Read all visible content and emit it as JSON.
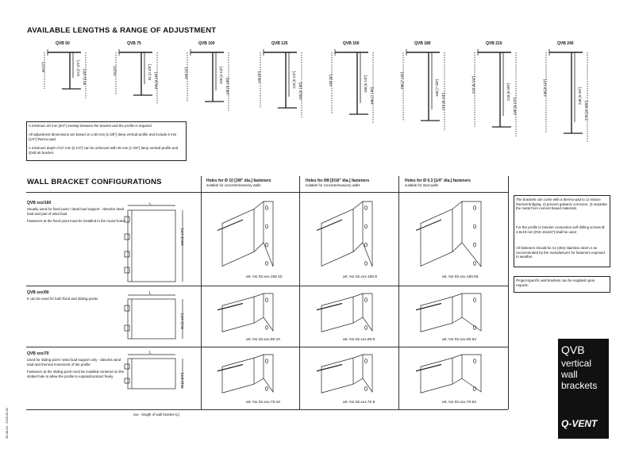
{
  "section1": {
    "title": "AVAILABLE LENGTHS & RANGE OF ADJUSTMENT",
    "models": [
      {
        "name": "QVB 50",
        "dims": [
          "50 [2\"]",
          "63 [2 1/2\"]",
          "80 [3 1/8\"]"
        ]
      },
      {
        "name": "QVB 75",
        "dims": [
          "75 [3\"]",
          "81 [3 1/8\"]",
          "105 [4 1/8\"]"
        ]
      },
      {
        "name": "QVB 100",
        "dims": [
          "100 [4\"]",
          "108 [4 1/4\"]",
          "130 [5 1/8\"]"
        ]
      },
      {
        "name": "QVB 125",
        "dims": [
          "125 [5\"]",
          "133 [5 1/4\"]",
          "155 [6 1/8\"]"
        ]
      },
      {
        "name": "QVB 150",
        "dims": [
          "150 [6\"]",
          "158 [6 1/4\"]",
          "180 [7 1/8\"]"
        ]
      },
      {
        "name": "QVB 180",
        "dims": [
          "180 [7 1/8\"]",
          "188 [7 3/8\"]",
          "210 [8 1/4\"]"
        ]
      },
      {
        "name": "QVB 210",
        "dims": [
          "210 [8 1/4\"]",
          "218 [8 5/8\"]",
          "240 [9 1/2\"]"
        ]
      },
      {
        "name": "QVB 240",
        "dims": [
          "240 [9 1/2\"]",
          "248 [9 3/4\"]",
          "270 [10 5/8\"]"
        ]
      }
    ],
    "notes": [
      "A minimum 20 mm [3/4\"] overlap between the bracket and the profile is required",
      "All adjustment dimensions are based on a 60 mm [2 3/8\"] deep vertical profile and include 6 mm [1/4\"] thermo-pad.",
      "A minimum depth of 57 mm [2 1/4\"] can be achieved with 45 mm [1 3/4\"] deep vertical profile and QVB 50 bracket."
    ]
  },
  "section2": {
    "title": "WALL BRACKET CONFIGURATIONS",
    "columns": [
      {
        "head": "Holes for Ø 10 [3/8\" dia.] fasteners",
        "sub": "suitable for concrete/masonry walls"
      },
      {
        "head": "Holes for Ø8 [5/16\" dia.] fasteners",
        "sub": "suitable for concrete/masonry walls"
      },
      {
        "head": "Holes for Ø 6.3 [1/4\" dia.] fasteners",
        "sub": "suitable for stud walls"
      }
    ],
    "rows": [
      {
        "name": "QVB xxx/160",
        "text1": "Usually used for fixed point / dead load support - absorbs dead load and part of wind load",
        "text2": "Fasteners at the fixed point must be installed in the round holes.",
        "height": "160 [6 1/4\"]",
        "arts": [
          "art. No 02.xxx.160.10",
          "art. No 02.xxx.160.8",
          "art. No 02.xxx.160.63"
        ]
      },
      {
        "name": "QVB xxx/90",
        "text1": "It can be used for both fixed and sliding points",
        "text2": "",
        "height": "90 [3 1/2\"]",
        "arts": [
          "art. No 02.xxx.90.10",
          "art. No 02.xxx.90.8",
          "art. No 02.xxx.90.63"
        ]
      },
      {
        "name": "QVB xxx/70",
        "text1": "Used for sliding point / wind load support only - absorbs wind load and thermal movement of the profile",
        "text2": "Fasteners at the sliding point must be installed centered on the slotted hole to allow the profile to expand/contract freely.",
        "height": "70 [2 3/4\"]",
        "arts": [
          "art. No 02.xxx.70.10",
          "art. No 02.xxx.70.8",
          "art. No 02.xxx.70.63"
        ]
      }
    ],
    "length_label": "L",
    "footer": "xxx - length of wall bracket (L)"
  },
  "sidebar": {
    "notes1": [
      "The brackets can come with a thermo-pad to 1) reduce thermal bridging, 2) prevent galvanic corrosion, 3) separate the metal from cement based materials.",
      "For the profile to bracket connection self drilling screws Ø 4.8x19 mm [#10-16x3/4\"] shall be used",
      "All fasteners should be A2 (304) stainless steel or as recommended by the manufacturer for fasteners exposed to weather."
    ],
    "notes2": "Project-specific wall brackets can be supplied upon request."
  },
  "brand": {
    "qvb": "QVB",
    "l1": "vertical",
    "l2": "wall",
    "l3": "brackets",
    "logo": "Q-VENT"
  },
  "side_code": "05.08.03 - 2023.09.01"
}
